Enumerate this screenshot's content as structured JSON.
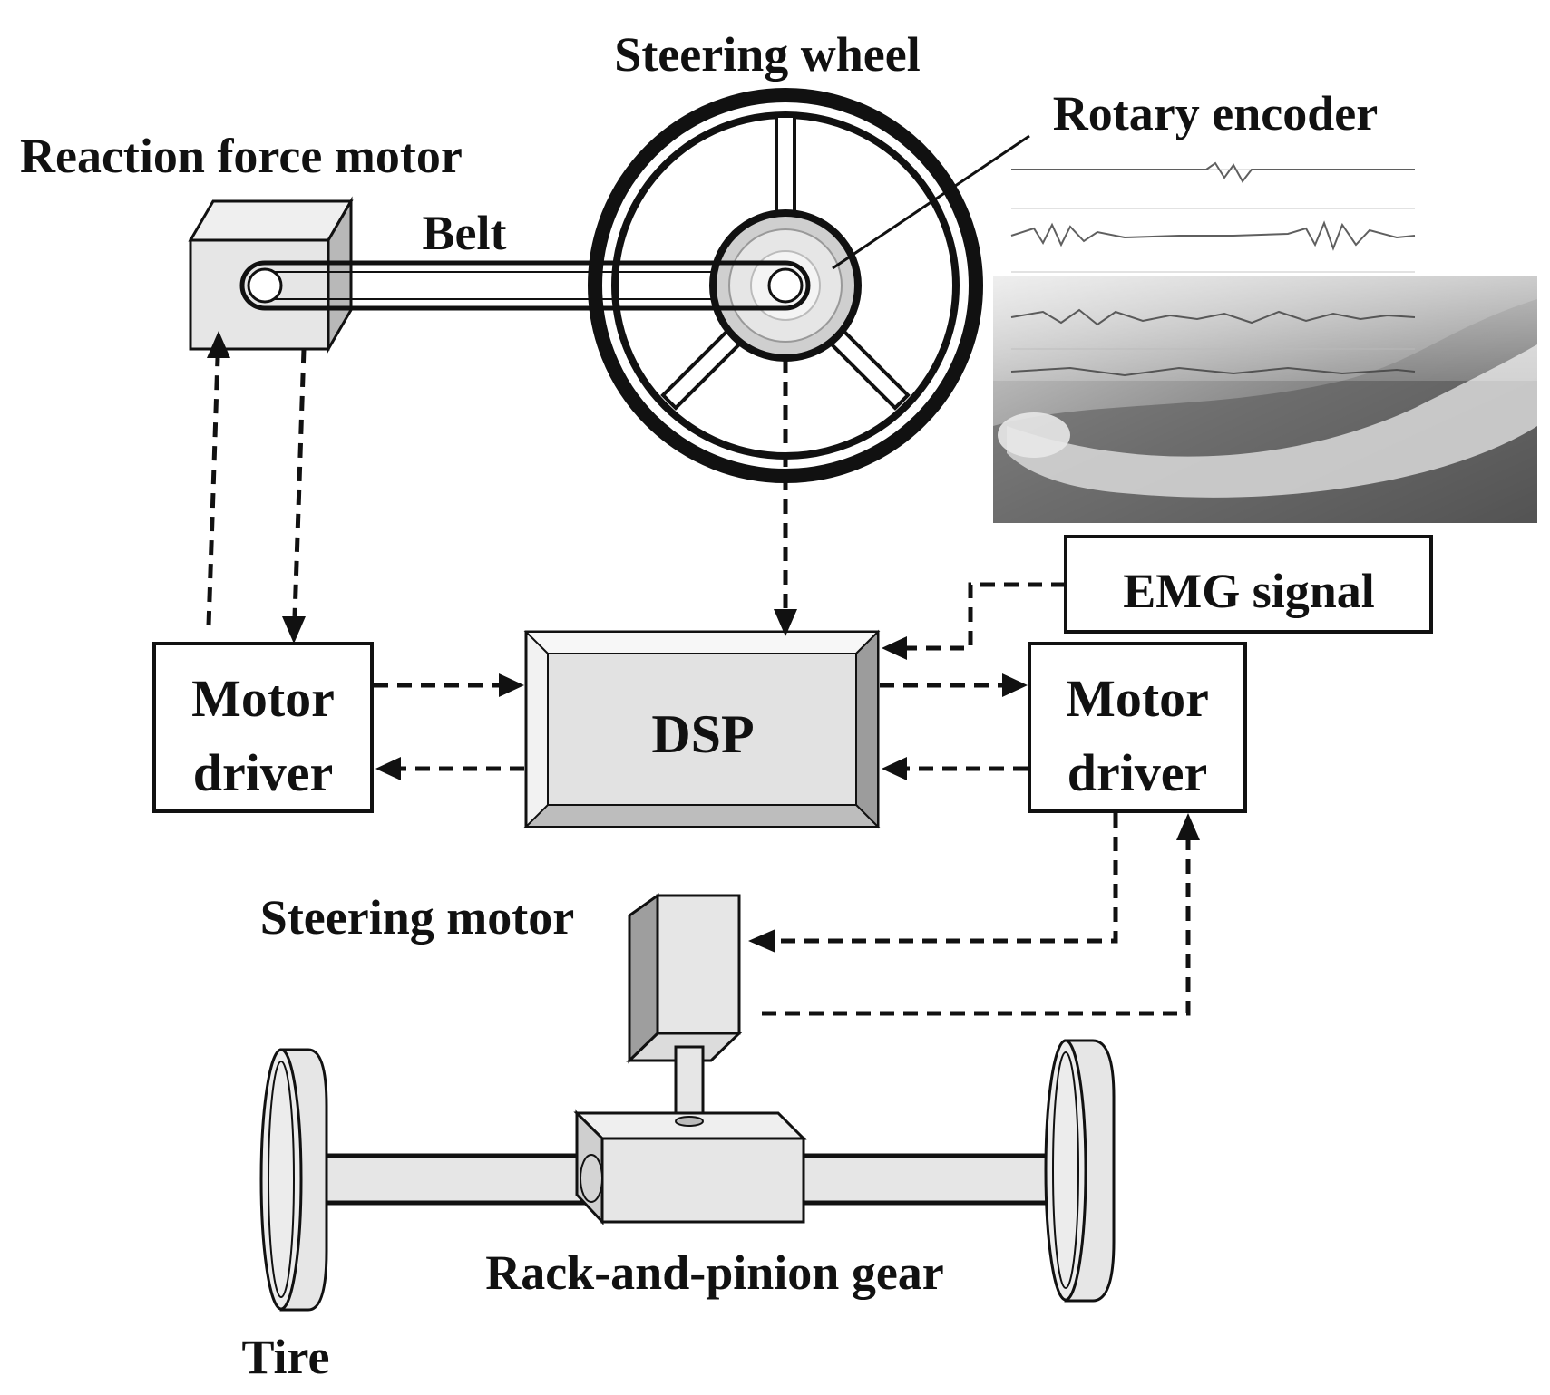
{
  "labels": {
    "steering_wheel": "Steering wheel",
    "rotary_encoder": "Rotary encoder",
    "reaction_force_motor": "Reaction force motor",
    "belt": "Belt",
    "emg_signal": "EMG signal",
    "motor_driver_left_line1": "Motor",
    "motor_driver_left_line2": "driver",
    "dsp": "DSP",
    "motor_driver_right_line1": "Motor",
    "motor_driver_right_line2": "driver",
    "steering_motor": "Steering motor",
    "rack_and_pinion": "Rack-and-pinion gear",
    "tire": "Tire"
  },
  "colors": {
    "component_fill": "#e6e6e6",
    "component_shade": "#b8b8b8",
    "line": "#111111"
  }
}
